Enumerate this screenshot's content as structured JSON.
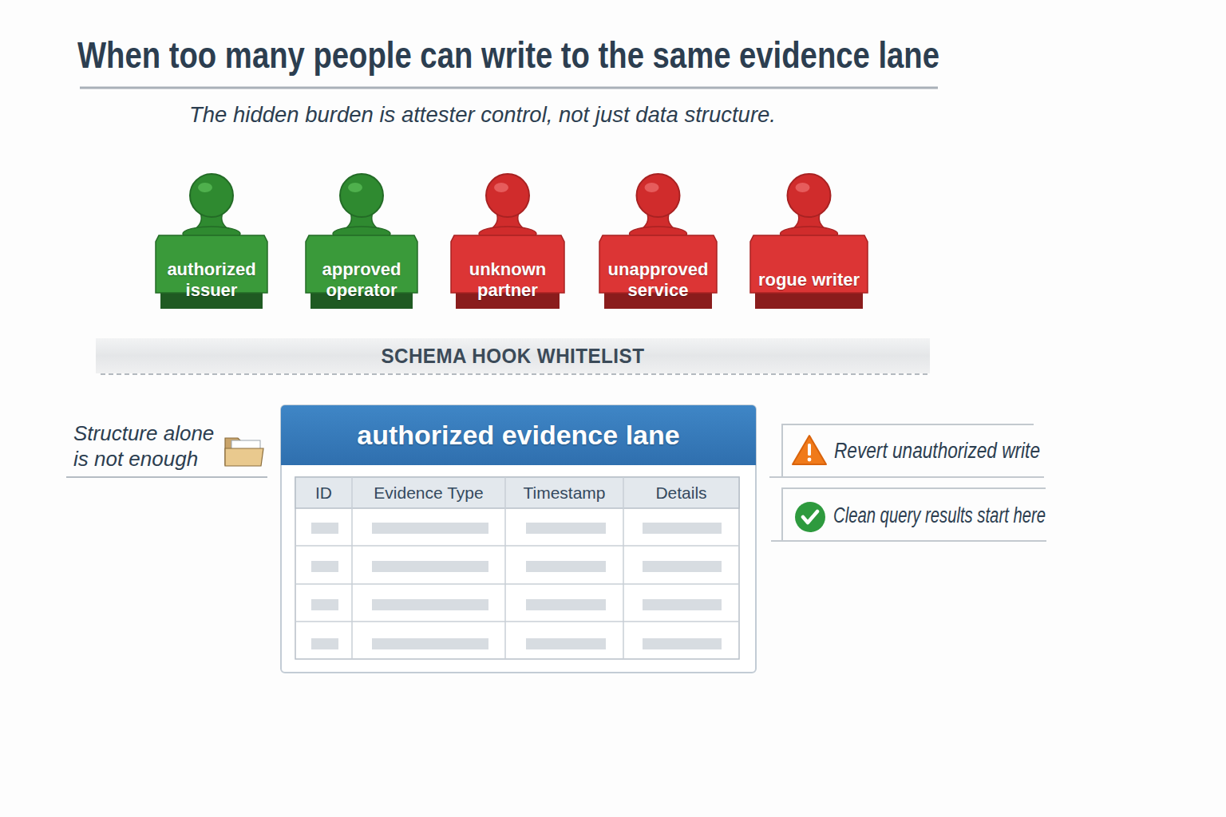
{
  "diagram": {
    "title": "When too many people can write to the same evidence lane",
    "nodes": [
      {
        "text": [
          "authorized issuer"
        ]
      },
      {
        "text": [
          "approved operator"
        ]
      },
      {
        "text": [
          "unknown partner"
        ]
      },
      {
        "text": [
          "unapproved service"
        ]
      },
      {
        "text": [
          "rogue writer"
        ]
      },
      {
        "text": [
          "SCHEMA HOOK WHITELIST"
        ]
      },
      {
        "text": [
          "authorized evidence lane"
        ]
      }
    ],
    "labels": [
      "The hidden burden is attester control, not just data structure.",
      "Structure alone is not enough",
      "ID",
      "Evidence Type",
      "Timestamp",
      "Details",
      "Revert unauthorized write",
      "Clean query results start here"
    ]
  }
}
